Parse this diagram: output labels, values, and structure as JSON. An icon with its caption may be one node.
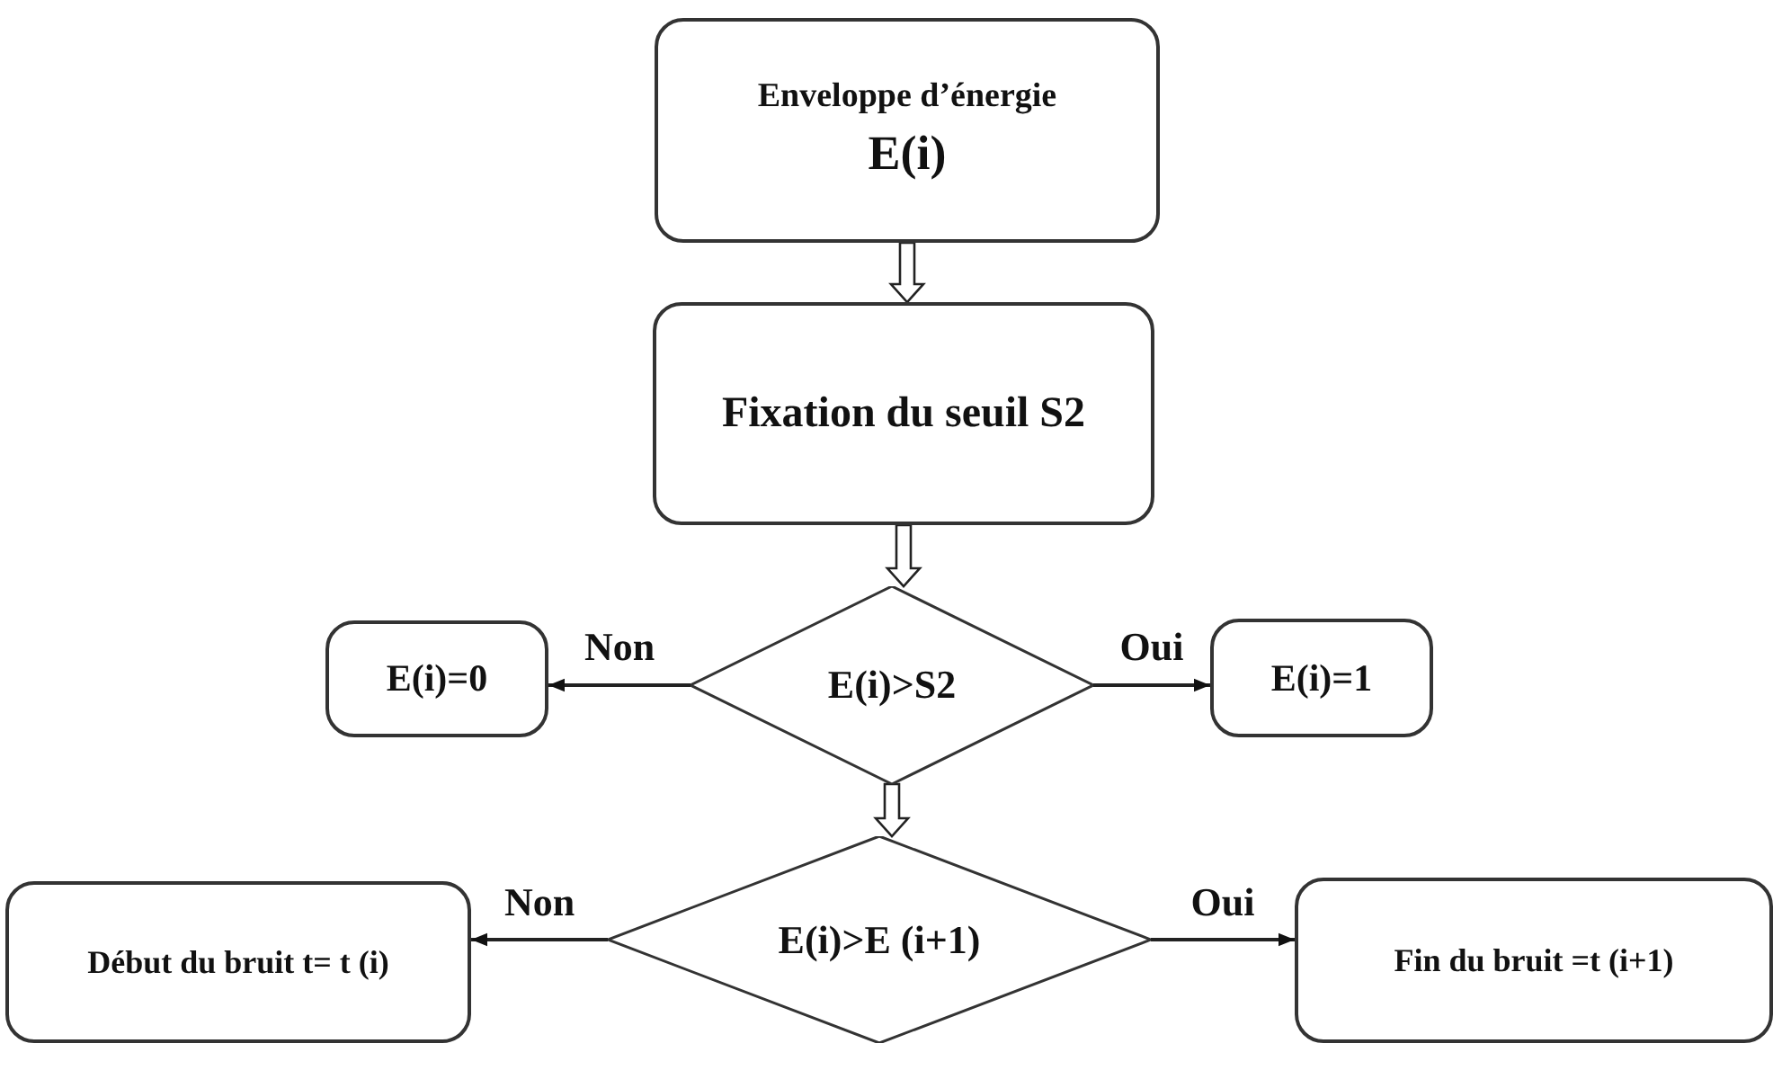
{
  "diagram": {
    "nodes": [
      {
        "text": [
          "Enveloppe d’énergie",
          "E(i)"
        ]
      },
      {
        "text": [
          "Fixation du seuil  S2"
        ]
      },
      {
        "text": [
          "E(i)>S2"
        ]
      },
      {
        "text": [
          "E(i)=0"
        ]
      },
      {
        "text": [
          "E(i)=1"
        ]
      },
      {
        "text": [
          "E(i)>E (i+1)"
        ]
      },
      {
        "text": [
          "Début du bruit t= t (i)"
        ]
      },
      {
        "text": [
          "Fin du bruit =t (i+1)"
        ]
      }
    ],
    "edges": [
      {
        "from": 0,
        "to": 1,
        "arrow": "to",
        "style": "thick"
      },
      {
        "from": 1,
        "to": 2,
        "arrow": "to",
        "style": "thick"
      },
      {
        "from": 2,
        "to": 3,
        "arrow": "to",
        "label": "Non"
      },
      {
        "from": 2,
        "to": 4,
        "arrow": "to",
        "label": "Oui"
      },
      {
        "from": 2,
        "to": 5,
        "arrow": "to",
        "style": "thick"
      },
      {
        "from": 5,
        "to": 6,
        "arrow": "to",
        "label": "Non"
      },
      {
        "from": 5,
        "to": 7,
        "arrow": "to",
        "label": "Oui"
      }
    ]
  }
}
